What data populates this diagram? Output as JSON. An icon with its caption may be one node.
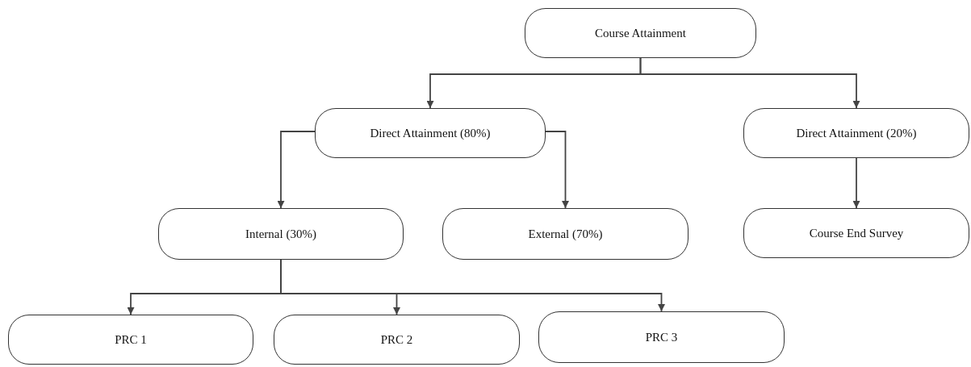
{
  "diagram": {
    "nodes": [
      {
        "text": [
          "Course Attainment"
        ]
      },
      {
        "text": [
          "Direct Attainment (80%)"
        ]
      },
      {
        "text": [
          "Direct Attainment (20%)"
        ]
      },
      {
        "text": [
          "Internal (30%)"
        ]
      },
      {
        "text": [
          "External (70%)"
        ]
      },
      {
        "text": [
          "Course End Survey"
        ]
      },
      {
        "text": [
          "PRC 1"
        ]
      },
      {
        "text": [
          "PRC 2"
        ]
      },
      {
        "text": [
          "PRC 3"
        ]
      }
    ],
    "edges": [
      {
        "from": 0,
        "to": 1,
        "arrow": "to"
      },
      {
        "from": 0,
        "to": 2,
        "arrow": "to"
      },
      {
        "from": 1,
        "to": 3,
        "arrow": "to"
      },
      {
        "from": 1,
        "to": 4,
        "arrow": "to"
      },
      {
        "from": 2,
        "to": 5,
        "arrow": "to"
      },
      {
        "from": 3,
        "to": 6,
        "arrow": "to"
      },
      {
        "from": 3,
        "to": 7,
        "arrow": "to"
      },
      {
        "from": 3,
        "to": 8,
        "arrow": "to"
      }
    ]
  }
}
